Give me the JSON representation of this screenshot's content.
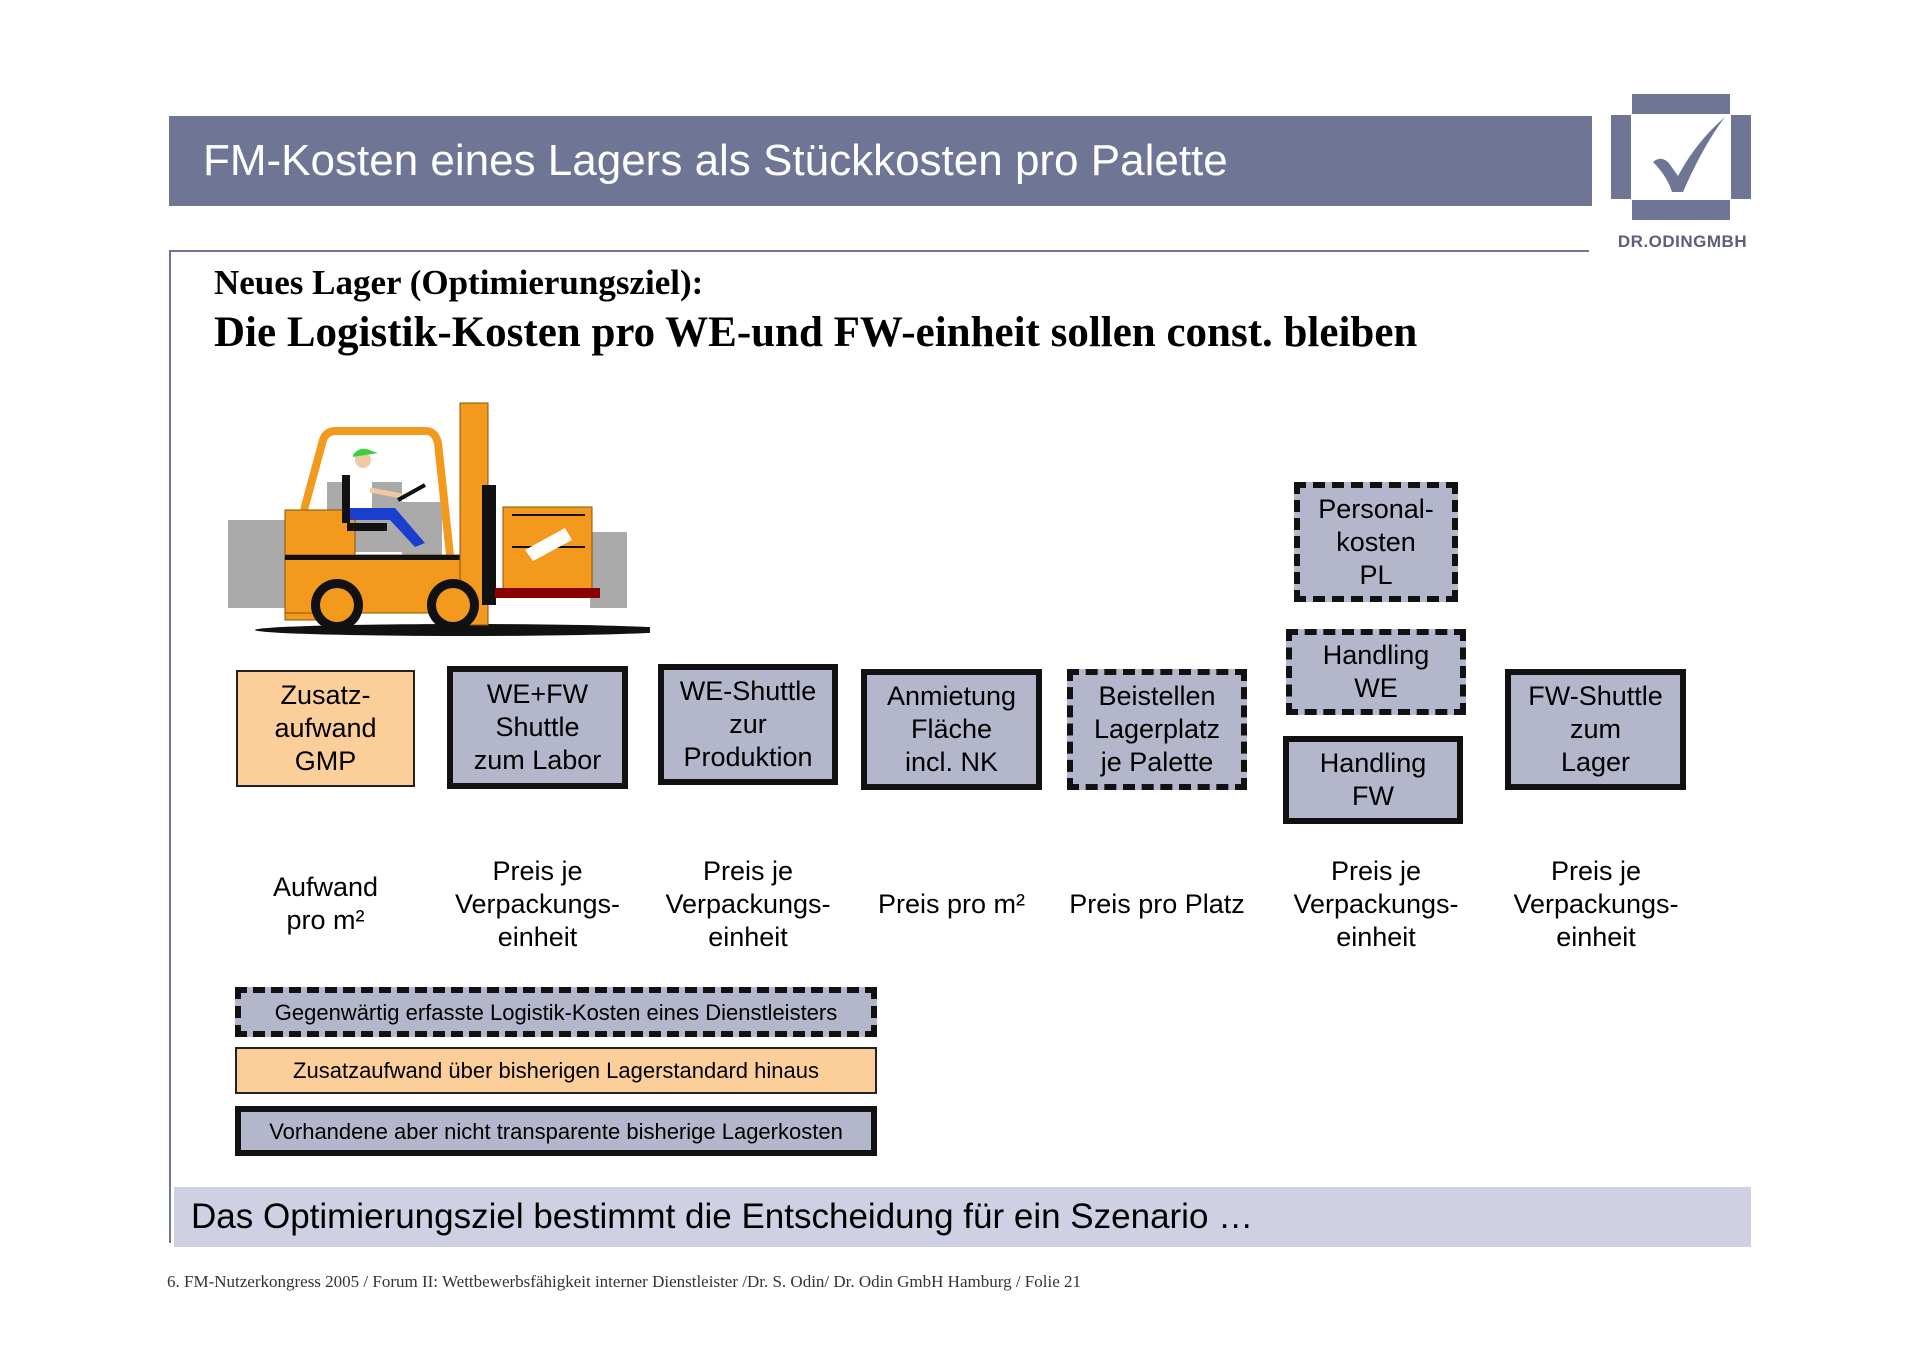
{
  "header": {
    "title": "FM-Kosten eines Lagers als Stückkosten pro Palette"
  },
  "logo": {
    "text": "DR.ODINGMBH",
    "icon": "checkmark-icon",
    "color": "#6f7594"
  },
  "headings": {
    "subtitle": "Neues Lager  (Optimierungsziel):",
    "main": "Die Logistik-Kosten pro WE-und FW-einheit sollen const. bleiben"
  },
  "illustration": {
    "icon": "forklift-icon"
  },
  "boxes": [
    {
      "text": "Zusatz-\naufwand\nGMP",
      "style": "orange"
    },
    {
      "text": "WE+FW\nShuttle\nzum Labor",
      "style": "solid"
    },
    {
      "text": "WE-Shuttle\nzur\nProduktion",
      "style": "solid"
    },
    {
      "text": "Anmietung\nFläche\nincl. NK",
      "style": "solid"
    },
    {
      "text": "Beistellen\nLagerplatz\nje Palette",
      "style": "dashed"
    },
    {
      "text": "Personal-\nkosten\nPL",
      "style": "dashed"
    },
    {
      "text": "Handling\nWE",
      "style": "dashed"
    },
    {
      "text": "Handling\nFW",
      "style": "solid"
    },
    {
      "text": "FW-Shuttle\nzum\nLager",
      "style": "solid"
    }
  ],
  "labels": [
    "Aufwand\npro m²",
    "Preis je\nVerpackungs-\neinheit",
    "Preis je\nVerpackungs-\neinheit",
    "Preis pro m²",
    "Preis pro Platz",
    "Preis je\nVerpackungs-\neinheit",
    "Preis je\nVerpackungs-\neinheit"
  ],
  "legend": [
    {
      "text": "Gegenwärtig erfasste Logistik-Kosten eines Dienstleisters",
      "style": "dashed"
    },
    {
      "text": "Zusatzaufwand über bisherigen Lagerstandard hinaus",
      "style": "orange"
    },
    {
      "text": "Vorhandene aber nicht transparente bisherige Lagerkosten",
      "style": "solid"
    }
  ],
  "banner": {
    "text": "Das Optimierungsziel bestimmt die Entscheidung für ein Szenario …"
  },
  "footer": {
    "text": "6. FM-Nutzerkongress 2005 / Forum II: Wettbewerbsfähigkeit interner Dienstleister /Dr. S. Odin/ Dr. Odin GmbH Hamburg / Folie 21"
  },
  "colors": {
    "header": "#6f7594",
    "box_fill": "#b4b7cb",
    "orange": "#fccf9a",
    "banner": "#d0d0e4"
  }
}
